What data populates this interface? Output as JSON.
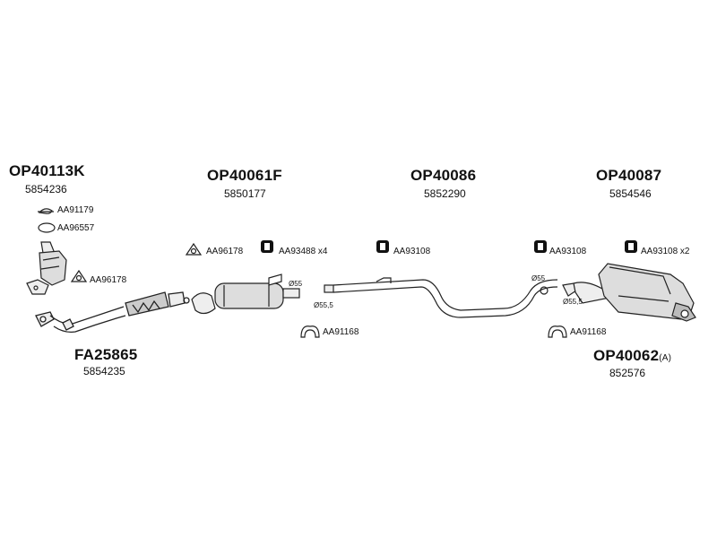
{
  "groups": [
    {
      "code": "OP40113K",
      "oem": "5854236"
    },
    {
      "code": "OP40061F",
      "oem": "5850177"
    },
    {
      "code": "OP40086",
      "oem": "5852290"
    },
    {
      "code": "OP40087",
      "oem": "5854546"
    },
    {
      "code": "FA25865",
      "oem": "5854235"
    },
    {
      "code": "OP40062",
      "suffix": "(A)",
      "oem": "852576"
    }
  ],
  "accessories": {
    "gasket_1": "AA91179",
    "ring_1": "AA96557",
    "gasket_2": "AA96178",
    "gasket_3": "AA96178",
    "rubber_1": "AA93488 x4",
    "rubber_2": "AA93108",
    "rubber_3": "AA93108",
    "rubber_4": "AA93108 x2",
    "clamp_1": "AA91168",
    "clamp_2": "AA91168"
  },
  "diameters": {
    "d1": "Ø55",
    "d2": "Ø55,5",
    "d3": "Ø55",
    "d4": "Ø55,5"
  }
}
